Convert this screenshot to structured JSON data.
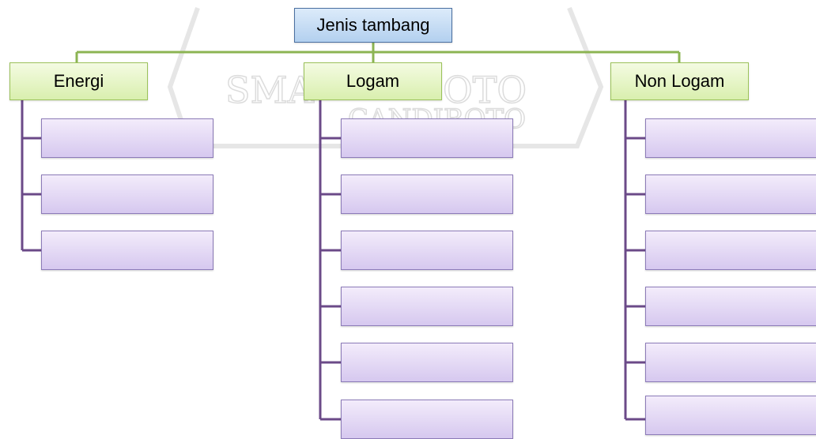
{
  "root": {
    "label": "Jenis tambang"
  },
  "categories": [
    {
      "label": "Energi",
      "items": [
        "",
        "",
        ""
      ]
    },
    {
      "label": "Logam",
      "items": [
        "",
        "",
        "",
        "",
        "",
        ""
      ]
    },
    {
      "label": "Non Logam",
      "items": [
        "",
        "",
        "",
        "",
        "",
        ""
      ]
    }
  ],
  "watermark": {
    "line1": "SMA",
    "line2": "CANDIROTO",
    "line3": "OTO"
  },
  "colors": {
    "root": "#b3d0ef",
    "category": "#d9efae",
    "leaf": "#d6c8ef",
    "root_line": "#8cb453",
    "leaf_line": "#6b4a88"
  }
}
